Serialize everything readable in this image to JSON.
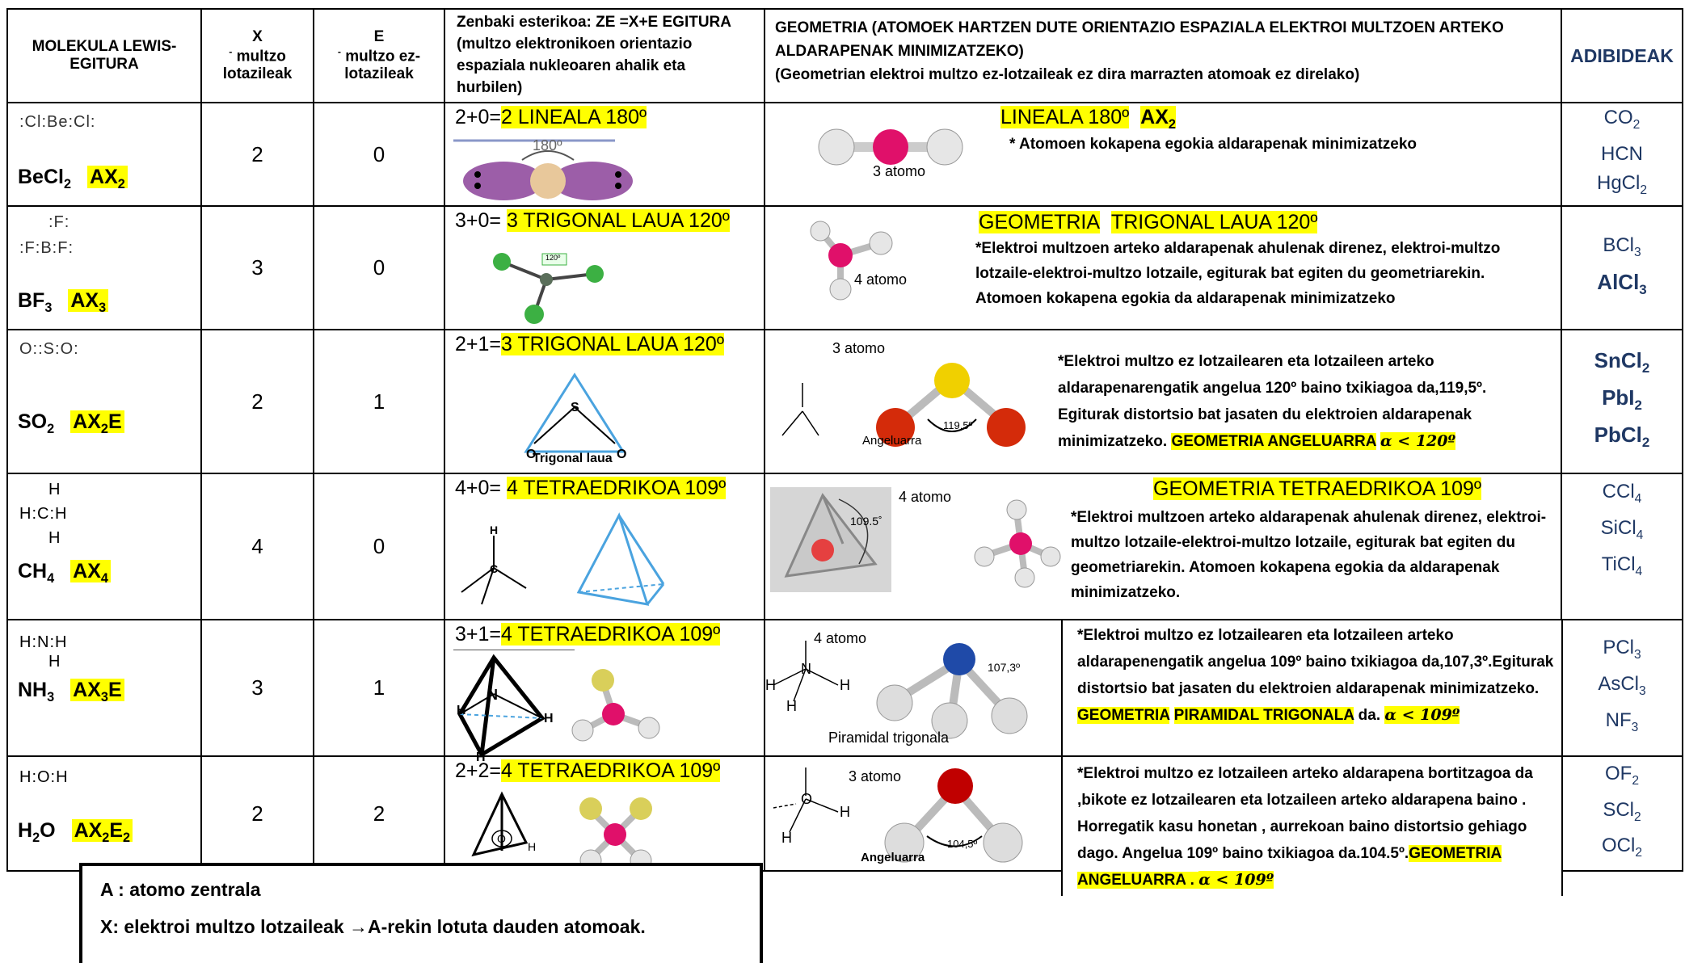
{
  "headers": {
    "h1": "MOLEKULA LEWIS-EGITURA",
    "h2_pre": "X",
    "h2_sup": "-",
    "h2_post": "multzo lotazileak",
    "h3_pre": "E",
    "h3_sup": "-",
    "h3_post": "multzo ez- lotazileak",
    "h4": "Zenbaki esterikoa: ZE =X+E EGITURA (multzo elektronikoen orientazio espaziala nukleoaren ahalik eta hurbilen)",
    "h5": "GEOMETRIA (ATOMOEK HARTZEN DUTE ORIENTAZIO ESPAZIALA ELEKTROI MULTZOEN ARTEKO ALDARAPENAK MINIMIZATZEKO)",
    "h5_note": "(Geometrian elektroi multzo ez-lotzaileak ez dira marrazten atomoak ez direlako)",
    "h6": "ADIBIDEAK"
  },
  "rows": [
    {
      "lewis": ":Cl:Be:Cl:",
      "mol": "BeCl",
      "mol_sub": "2",
      "ax": "AX",
      "ax_sub": "2",
      "ax_tail": "",
      "x": "2",
      "e": "0",
      "ze_prefix": "2+0=",
      "ze": "2 LINEALA 180º",
      "ze_label": "180º",
      "geo_title_a": "LINEALA 180º",
      "geo_title_b": "AX",
      "geo_title_b_sub": "2",
      "geo_text": "* Atomoen kokapena egokia aldarapenak minimizatzeko",
      "atoms": "3 atomo",
      "examples": [
        [
          "CO",
          "2"
        ],
        [
          "HCN",
          ""
        ],
        [
          "HgCl",
          "2"
        ]
      ]
    },
    {
      "lewis": ":F:B:F:",
      "lewis_top": ":F:",
      "mol": "BF",
      "mol_sub": "3",
      "ax": "AX",
      "ax_sub": "3",
      "ax_tail": "",
      "x": "3",
      "e": "0",
      "ze_prefix": "3+0= ",
      "ze": "3 TRIGONAL LAUA 120º",
      "ze_label": "120º",
      "geo_title_a": "GEOMETRIA",
      "geo_title_b": "TRIGONAL LAUA 120º",
      "geo_text": "*Elektroi multzoen arteko aldarapenak ahulenak direnez, elektroi-multzo lotzaile-elektroi-multzo lotzaile, egiturak bat egiten du geometriarekin. Atomoen kokapena egokia da aldarapenak minimizatzeko",
      "atoms": "4 atomo",
      "examples": [
        [
          "BCl",
          "3"
        ],
        [
          "AlCl",
          "3"
        ]
      ]
    },
    {
      "lewis": "O::S:O:",
      "mol": "SO",
      "mol_sub": "2",
      "ax": "AX",
      "ax_sub": "2",
      "ax_tail": "E",
      "x": "2",
      "e": "1",
      "ze_prefix": "2+1=",
      "ze": "3  TRIGONAL LAUA 120º",
      "ze_label": "Trigonal laua",
      "geo_text": "*Elektroi multzo ez lotzailearen eta lotzaileen arteko aldarapenarengatik angelua 120º baino txikiagoa da,119,5º. Egiturak distortsio bat jasaten du elektroien aldarapenak minimizatzeko.",
      "geo_hl": "GEOMETRIA ANGELUARRA",
      "geo_math": "α < 120º",
      "atoms": "3 atomo",
      "shape_label": "Angeluarra",
      "angle": "119,5º",
      "examples": [
        [
          "SnCl",
          "2"
        ],
        [
          "PbI",
          "2"
        ],
        [
          "PbCl",
          "2"
        ]
      ]
    },
    {
      "lewis": "H:C:H",
      "lewis_top": "H",
      "lewis_bottom": "H",
      "mol": "CH",
      "mol_sub": "4",
      "ax": "AX",
      "ax_sub": "4",
      "ax_tail": "",
      "x": "4",
      "e": "0",
      "ze_prefix": "4+0= ",
      "ze": "4 TETRAEDRIKOA 109º",
      "geo_title_a": "GEOMETRIA TETRAEDRIKOA 109º",
      "geo_text": "*Elektroi multzoen arteko aldarapenak ahulenak direnez, elektroi-multzo lotzaile-elektroi-multzo lotzaile, egiturak bat egiten du geometriarekin. Atomoen kokapena egokia da aldarapenak minimizatzeko.",
      "atoms": "4 atomo",
      "angle": "109.5˚",
      "examples": [
        [
          "CCl",
          "4"
        ],
        [
          "SiCl",
          "4"
        ],
        [
          "TiCl",
          "4"
        ]
      ]
    },
    {
      "lewis": "H:N:H",
      "lewis_bottom": "H",
      "mol": "NH",
      "mol_sub": "3",
      "ax": "AX",
      "ax_sub": "3",
      "ax_tail": "E",
      "x": "3",
      "e": "1",
      "ze_prefix": "3+1=",
      "ze": "4 TETRAEDRIKOA 109º",
      "geo_text": "*Elektroi multzo ez lotzailearen eta lotzaileen arteko aldarapenengatik angelua 109º baino txikiagoa da,107,3º.Egiturak distortsio bat jasaten du elektroien aldarapenak minimizatzeko.",
      "geo_hl_a": "GEOMETRIA",
      "geo_hl_b": "PIRAMIDAL TRIGONALA",
      "geo_tail": "da.",
      "geo_math": "α < 109º",
      "atoms": "4 atomo",
      "shape_label": "Piramidal trigonala",
      "angle": "107,3º",
      "examples": [
        [
          "PCl",
          "3"
        ],
        [
          "AsCl",
          "3"
        ],
        [
          "NF",
          "3"
        ]
      ]
    },
    {
      "lewis": "H:O:H",
      "mol": "H",
      "mol_sub": "2",
      "mol_tail": "O",
      "ax": "AX",
      "ax_sub": "2",
      "ax_tail": "E",
      "ax_tail_sub": "2",
      "x": "2",
      "e": "2",
      "ze_prefix": "2+2=",
      "ze": "4 TETRAEDRIKOA 109º",
      "geo_text": "*Elektroi multzo ez lotzaileen arteko aldarapena bortitzagoa da ,bikote ez lotzailearen eta lotzaileen arteko aldarapena baino . Horregatik kasu honetan , aurrekoan baino distortsio gehiago dago. Angelua 109º baino txikiagoa da.104.5º.",
      "geo_hl": "GEOMETRIA ANGELUARRA",
      "geo_dot": " . ",
      "geo_math": "α < 109º",
      "atoms": "3 atomo",
      "shape_label": "Angeluarra",
      "angle": "104,5º",
      "examples": [
        [
          "OF",
          "2"
        ],
        [
          "SCl",
          "2"
        ],
        [
          "OCl",
          "2"
        ]
      ]
    }
  ],
  "legend": {
    "line1": "A : atomo zentrala",
    "line2": "X: elektroi  multzo lotzaileak →A-rekin lotuta dauden atomoak."
  },
  "colors": {
    "highlight": "#ffff00",
    "examples": "#1f3864",
    "lone_pair": "#e60000",
    "central_atom": "#e0106a"
  }
}
